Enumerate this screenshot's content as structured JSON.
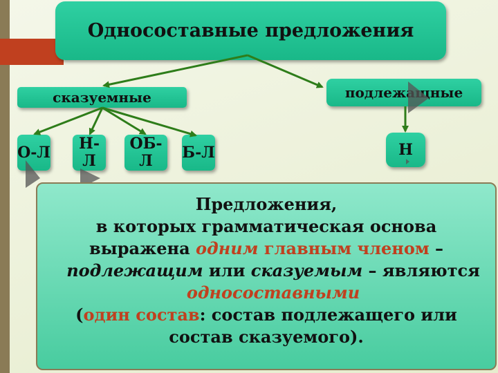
{
  "title": "Односоставные предложения",
  "branches": {
    "left": "сказуемные",
    "right": "подлежащные"
  },
  "leaves": {
    "ol": "О-Л",
    "nl": "Н-Л",
    "obl": "ОБ-Л",
    "bl": "Б-Л",
    "n": "Н"
  },
  "definition": {
    "line1": "Предложения,",
    "line2": "в которых грамматическая основа",
    "line3_a": "выражена ",
    "line3_b": "одним",
    "line3_c": " главным членом",
    "line3_d": " –",
    "line4_a": "подлежащим",
    "line4_b": " или ",
    "line4_c": "сказуемым",
    "line4_d": " – являются",
    "line5": "односоставными",
    "line6_a": "(",
    "line6_b": "один состав",
    "line6_c": ": состав подлежащего или",
    "line7": "состав сказуемого)."
  },
  "colors": {
    "node": "#1fc292",
    "arrow": "#2e7d1a",
    "accent_red": "#c0401f",
    "sidebar": "#8a7b56"
  }
}
